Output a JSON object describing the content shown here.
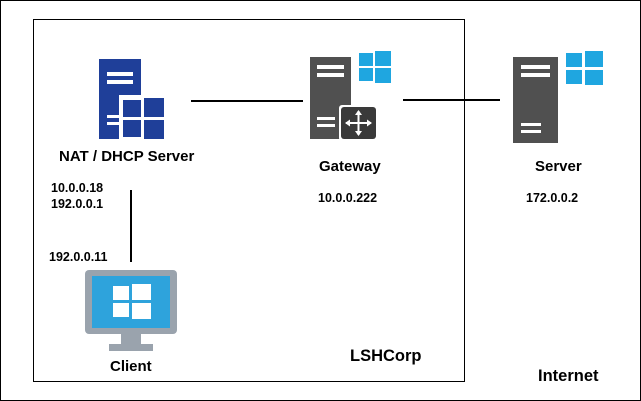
{
  "zones": {
    "lan": "LSHCorp",
    "internet": "Internet"
  },
  "nodes": {
    "nat_dhcp": {
      "label": "NAT / DHCP Server",
      "ip_a": "10.0.0.18",
      "ip_b": "192.0.0.1",
      "icon": "windows-server-icon"
    },
    "gateway": {
      "label": "Gateway",
      "ip": "10.0.0.222",
      "icon": "windows-router-server-icon"
    },
    "server": {
      "label": "Server",
      "ip": "172.0.0.2",
      "icon": "windows-server-icon"
    },
    "client": {
      "label": "Client",
      "ip": "192.0.0.11",
      "icon": "windows-monitor-icon"
    }
  },
  "colors": {
    "nat_server": "#1f3f99",
    "gray_server": "#505050",
    "windows_blue": "#1fa6e0",
    "monitor_frame": "#9aa3ad",
    "monitor_screen": "#2ea3dc",
    "router_tile": "#3a3a3a"
  }
}
